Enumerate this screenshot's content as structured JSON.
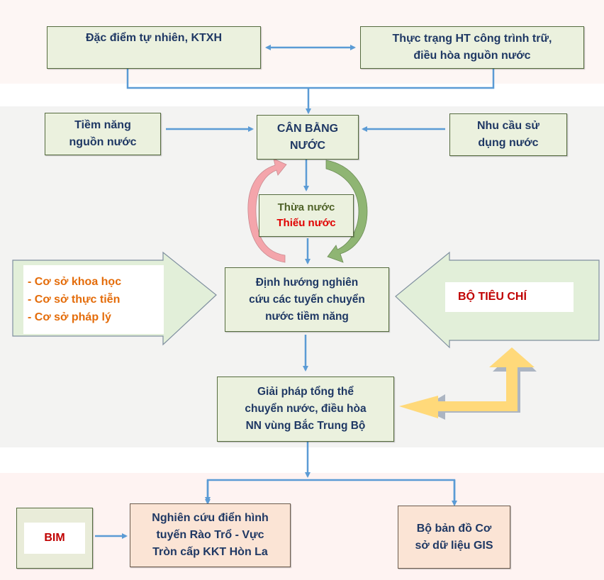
{
  "colors": {
    "box_fill": "#ebf1de",
    "box_border": "#556b3e",
    "peach_fill": "#fbe4d5",
    "text_navy": "#1f3864",
    "arrow_blue": "#5b9bd5",
    "orange_text": "#e46c0a",
    "red_text": "#c00000",
    "green_text": "#4f6228",
    "yellow_arrow": "#ffd97a",
    "pink_arrow": "#f4a5ab",
    "green_arrow": "#8fb573"
  },
  "top": {
    "natural_features": "Đặc điểm tự nhiên, KTXH",
    "storage_status_line1": "Thực trạng HT công trình trữ,",
    "storage_status_line2": "điều hòa nguồn nước"
  },
  "middle": {
    "water_potential_line1": "Tiềm năng",
    "water_potential_line2": "nguồn nước",
    "water_balance_line1": "CÂN BẰNG",
    "water_balance_line2": "NƯỚC",
    "water_demand_line1": "Nhu cầu sử",
    "water_demand_line2": "dụng nước",
    "surplus": "Thừa nước",
    "deficit": "Thiếu nước",
    "orientation_line1": "Định hướng nghiên",
    "orientation_line2": "cứu các tuyến chuyển",
    "orientation_line3": "nước tiềm năng",
    "bases": [
      "- Cơ sở khoa học",
      "- Cơ sở thực tiễn",
      "- Cơ sở pháp lý"
    ],
    "criteria": "BỘ TIÊU CHÍ",
    "solution_line1": "Giải pháp tổng thể",
    "solution_line2": "chuyển nước, điều hòa",
    "solution_line3": "NN vùng Bắc Trung Bộ"
  },
  "bottom": {
    "bim": "BIM",
    "case_study_line1": "Nghiên cứu điển hình",
    "case_study_line2": "tuyến Rào Trổ - Vực",
    "case_study_line3": "Tròn cấp KKT Hòn La",
    "gis_line1": "Bộ bản đồ Cơ",
    "gis_line2": "sở dữ liệu GIS"
  }
}
